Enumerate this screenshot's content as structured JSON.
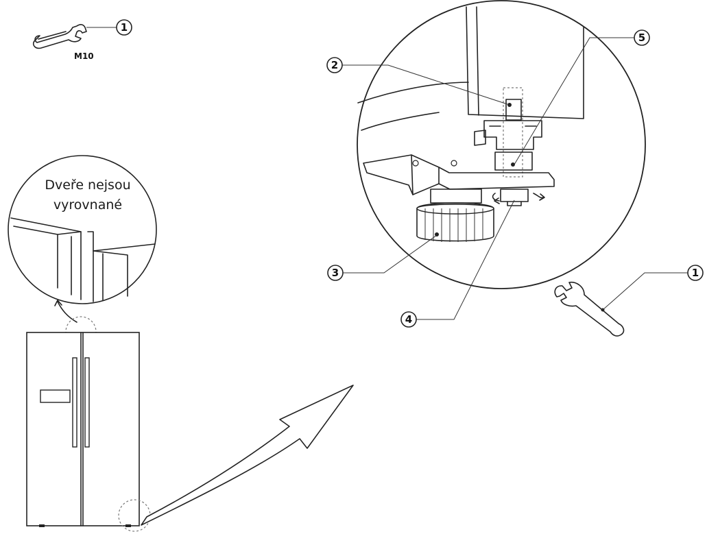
{
  "tool": {
    "label": "M10",
    "callout": "1"
  },
  "note": {
    "line1": "Dveře nejsou",
    "line2": "vyrovnané"
  },
  "callouts": [
    {
      "id": "1",
      "part": "wrench"
    },
    {
      "id": "2",
      "part": "door-hinge-pin"
    },
    {
      "id": "3",
      "part": "leveling-foot"
    },
    {
      "id": "4",
      "part": "adjusting-nut"
    },
    {
      "id": "5",
      "part": "hinge-sleeve"
    }
  ],
  "detail_callouts": {
    "c2": "2",
    "c3": "3",
    "c4": "4",
    "c5": "5",
    "c1b": "1"
  },
  "colors": {
    "line": "#222222",
    "background": "#ffffff"
  }
}
